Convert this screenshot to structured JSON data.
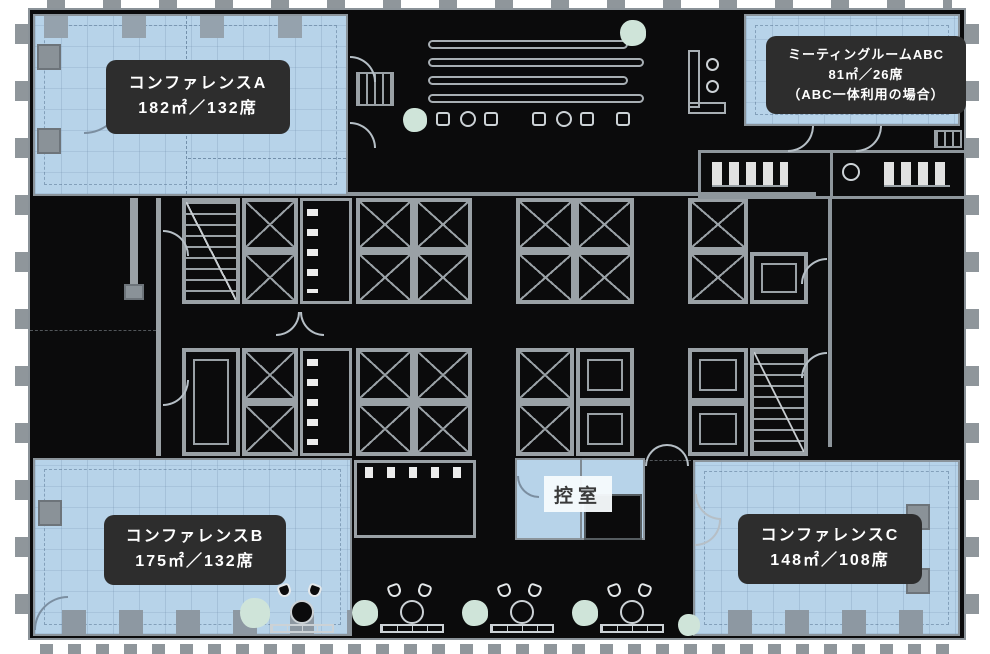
{
  "rooms": {
    "conference_a": {
      "name": "コンファレンスA",
      "spec": "182㎡／132席"
    },
    "meeting_room_abc": {
      "name": "ミーティングルームABC",
      "spec": "81㎡／26席",
      "note": "（ABC一体利用の場合）"
    },
    "conference_b": {
      "name": "コンファレンスB",
      "spec": "175㎡／132席"
    },
    "conference_c": {
      "name": "コンファレンスC",
      "spec": "148㎡／108席"
    },
    "anteroom": {
      "name": "控室"
    }
  },
  "colors": {
    "room_highlight": "#b7d3e9",
    "floor_black": "#0b0b0c",
    "wall_gray": "#8e969c",
    "label_bg": "#2d2d2d",
    "label_text": "#ffffff",
    "plant_green": "#cfe4d9",
    "page_bg": "#ffffff"
  }
}
